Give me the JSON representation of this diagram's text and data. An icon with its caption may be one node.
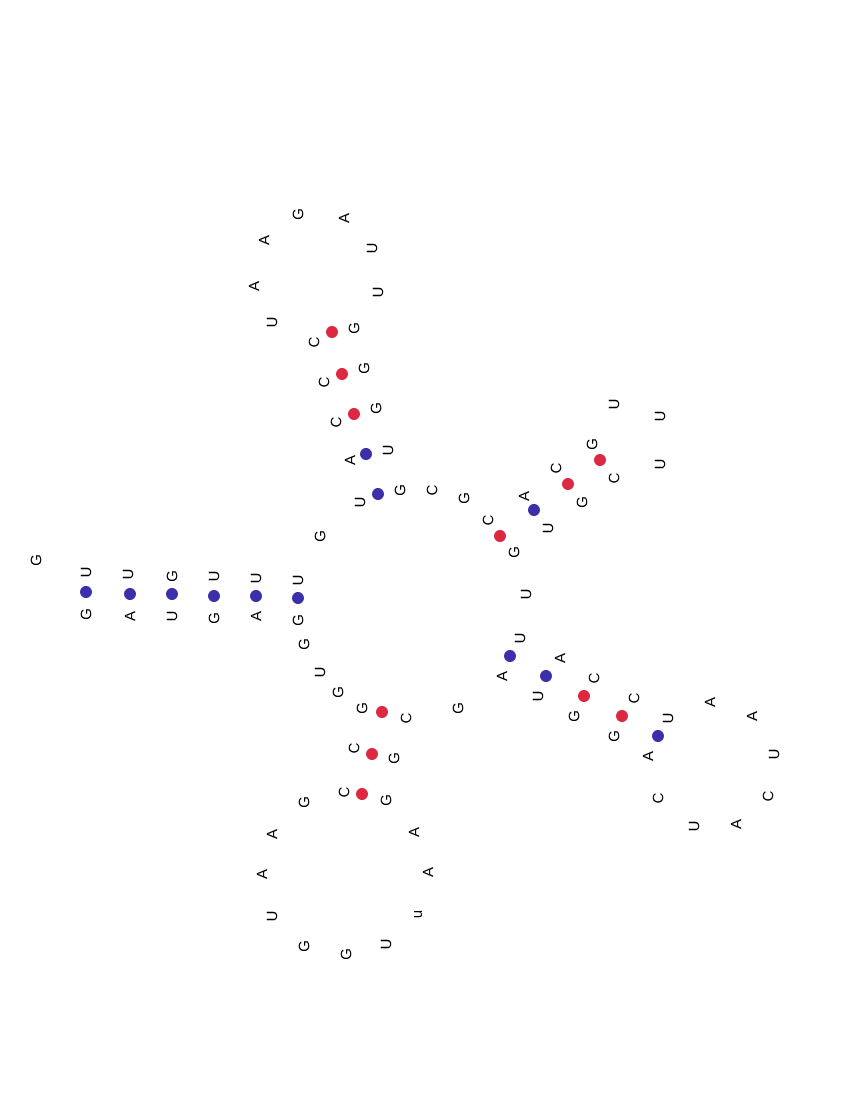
{
  "diagram": {
    "labels": [
      "G",
      "A",
      "U",
      "G",
      "A",
      "G",
      "G",
      "U",
      "G",
      "G",
      "C",
      "C",
      "G",
      "A",
      "A",
      "U",
      "G",
      "G",
      "U",
      "u",
      "A",
      "A",
      "G",
      "G",
      "C",
      "G",
      "A",
      "U",
      "G",
      "G",
      "A",
      "C",
      "U",
      "A",
      "C",
      "U",
      "A",
      "A",
      "U",
      "C",
      "C",
      "A",
      "U",
      "U",
      "G",
      "U",
      "G",
      "C",
      "U",
      "U",
      "U",
      "G",
      "C",
      "A",
      "C",
      "G",
      "C",
      "G",
      "U",
      "G",
      "G",
      "G",
      "U",
      "U",
      "A",
      "G",
      "A",
      "A",
      "U",
      "C",
      "C",
      "C",
      "A",
      "U",
      "G",
      "U",
      "U",
      "U",
      "G",
      "U",
      "U",
      "G"
    ]
  }
}
